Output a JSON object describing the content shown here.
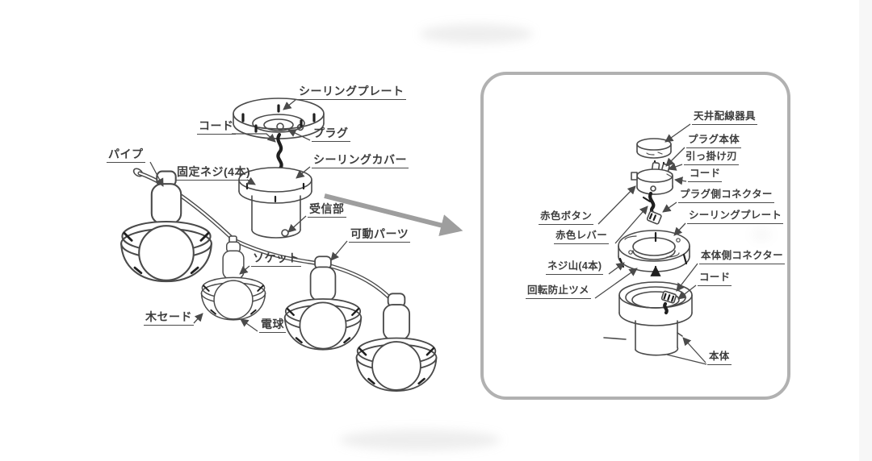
{
  "colors": {
    "line_art": "#4a4a4a",
    "ink": "#1f1f1f",
    "label_text": "#3d3d3d",
    "big_arrow": "#9e9e9e",
    "inset_border": "#b1b1b1",
    "background": "#ffffff"
  },
  "main_diagram": {
    "description": "exploded-parts view of ceiling spotlight fixture",
    "labels": [
      {
        "id": "ceiling-plate",
        "text": "シーリングプレート"
      },
      {
        "id": "cord",
        "text": "コード"
      },
      {
        "id": "plug",
        "text": "プラグ"
      },
      {
        "id": "ceiling-cover",
        "text": "シーリングカバー"
      },
      {
        "id": "pipe",
        "text": "パイプ"
      },
      {
        "id": "fixing-screws",
        "text": "固定ネジ(4本)"
      },
      {
        "id": "receiver",
        "text": "受信部"
      },
      {
        "id": "movable-part",
        "text": "可動パーツ"
      },
      {
        "id": "socket",
        "text": "ソケット"
      },
      {
        "id": "wood-shade",
        "text": "木セード"
      },
      {
        "id": "bulb",
        "text": "電球"
      }
    ]
  },
  "inset_diagram": {
    "description": "detail of ceiling mount parts",
    "labels": [
      {
        "id": "ceiling-wiring-device",
        "text": "天井配線器具"
      },
      {
        "id": "plug-body",
        "text": "プラグ本体"
      },
      {
        "id": "hook-blades",
        "text": "引っ掛け刃"
      },
      {
        "id": "cord-upper",
        "text": "コード"
      },
      {
        "id": "plug-side-connector",
        "text": "プラグ側コネクター"
      },
      {
        "id": "red-button",
        "text": "赤色ボタン"
      },
      {
        "id": "ceiling-plate",
        "text": "シーリングプレート"
      },
      {
        "id": "red-lever",
        "text": "赤色レバー"
      },
      {
        "id": "screw-threads",
        "text": "ネジ山(4本)"
      },
      {
        "id": "body-side-connector",
        "text": "本体側コネクター"
      },
      {
        "id": "anti-rotation-tab",
        "text": "回転防止ツメ"
      },
      {
        "id": "cord-lower",
        "text": "コード"
      },
      {
        "id": "main-body",
        "text": "本体"
      }
    ]
  }
}
